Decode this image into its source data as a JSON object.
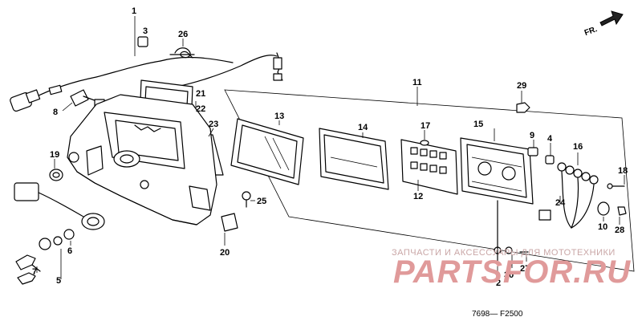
{
  "callouts": {
    "c1": "1",
    "c2": "2",
    "c3": "3",
    "c4": "4",
    "c5": "5",
    "c6": "6",
    "c7": "7",
    "c8": "8",
    "c9": "9",
    "c10": "10",
    "c11": "11",
    "c12": "12",
    "c13": "13",
    "c14": "14",
    "c15": "15",
    "c16": "16",
    "c17": "17",
    "c18": "18",
    "c19": "19",
    "c20": "20",
    "c21": "21",
    "c22": "22",
    "c23": "23",
    "c24": "24",
    "c25": "25",
    "c26": "26",
    "c27": "27",
    "c28": "28",
    "c29": "29",
    "c30": "30"
  },
  "direction_label": "FR.",
  "diagram_code": "7698— F2500",
  "watermark": {
    "text_line": "ЗАПЧАСТИ И АКСЕССУАРЫ ДЛЯ МОТОТЕХНИКИ",
    "logo": "PARTSFOR.RU"
  },
  "colors": {
    "lines": "#000000",
    "background": "#ffffff",
    "watermark_logo": "#e09a9a",
    "watermark_text": "#c9a6a6"
  }
}
